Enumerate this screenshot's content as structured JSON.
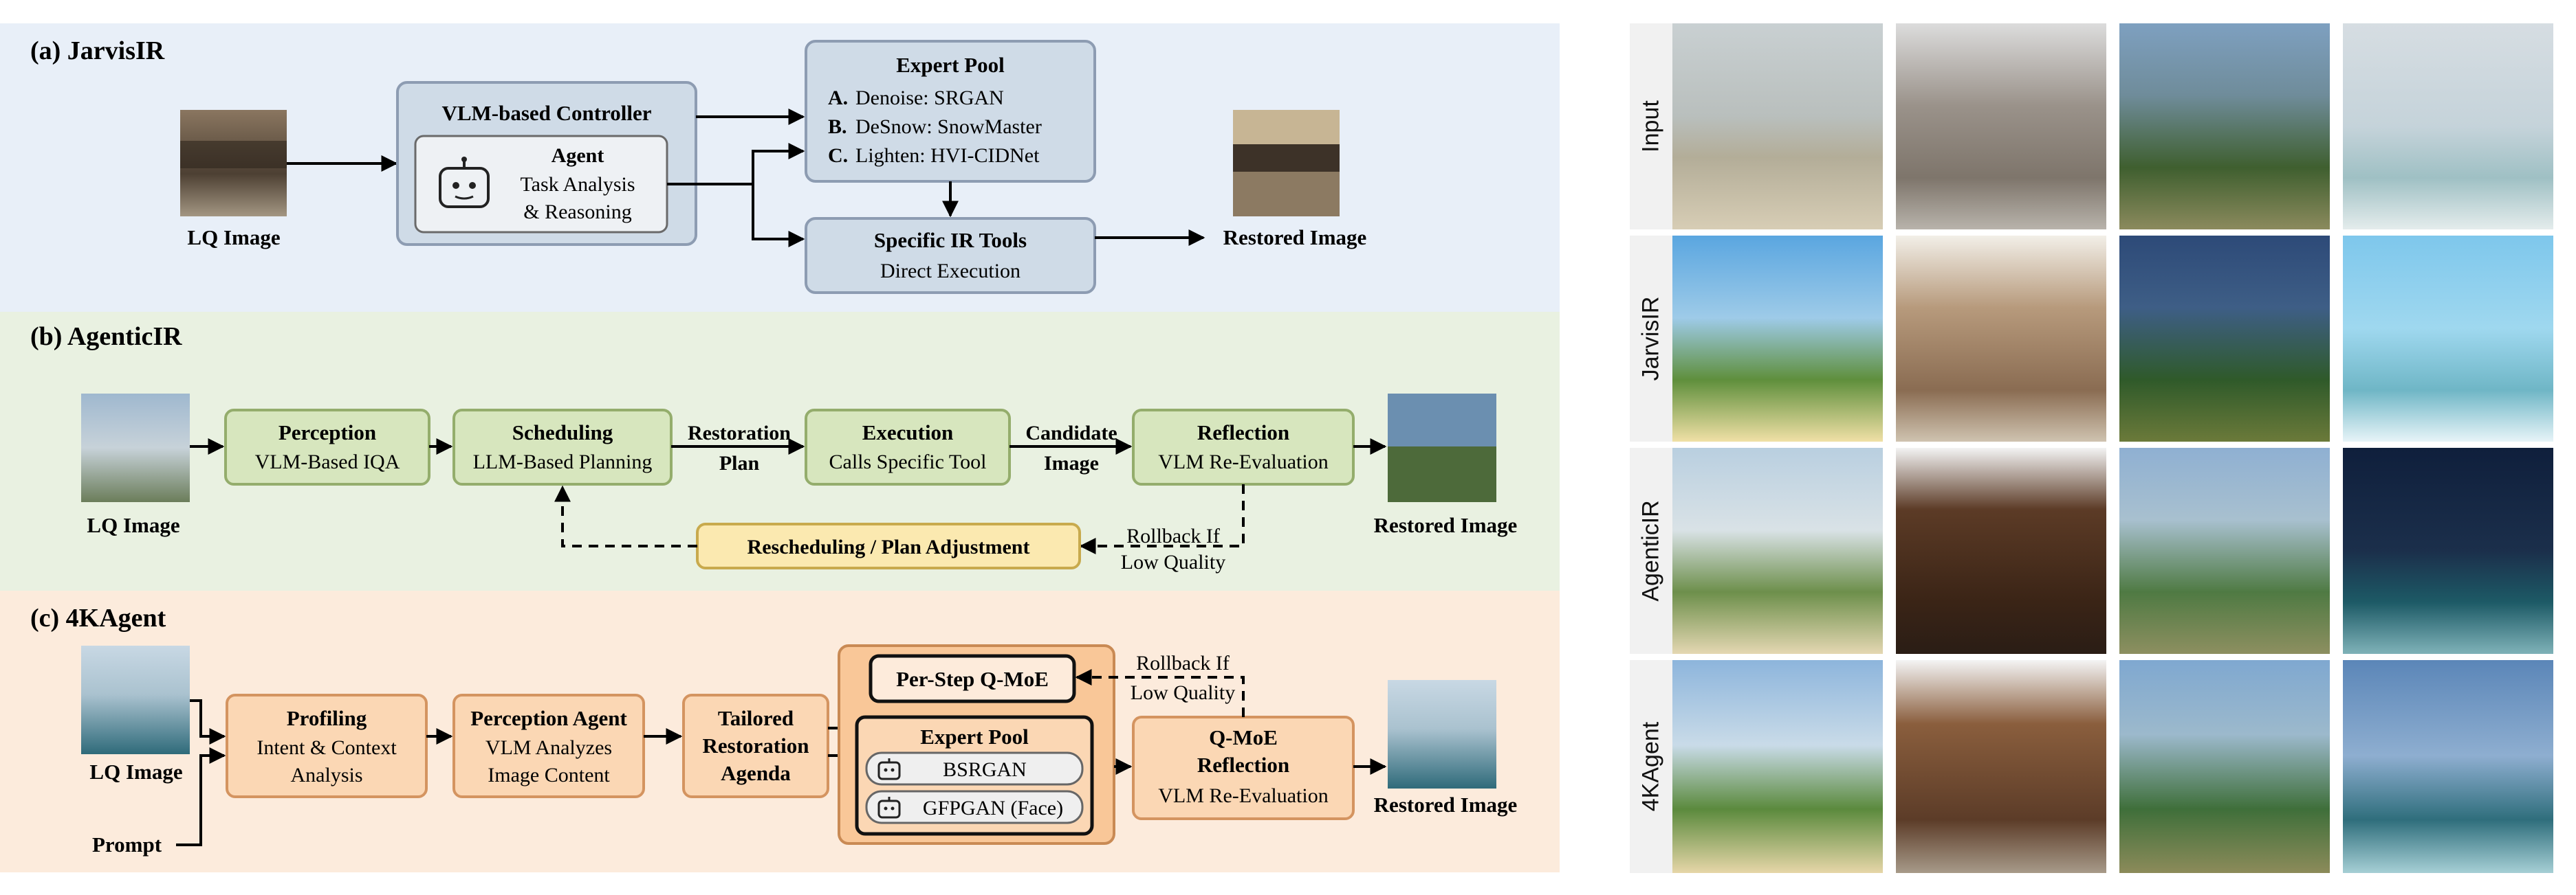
{
  "panel_a": {
    "title": "(a) JarvisIR",
    "lq_label": "LQ Image",
    "controller_title": "VLM-based Controller",
    "agent_title": "Agent",
    "agent_line1": "Task Analysis",
    "agent_line2": "& Reasoning",
    "expert_pool_title": "Expert Pool",
    "expert_a_prefix": "A.",
    "expert_a": "Denoise: SRGAN",
    "expert_b_prefix": "B.",
    "expert_b": "DeSnow: SnowMaster",
    "expert_c_prefix": "C.",
    "expert_c": "Lighten: HVI-CIDNet",
    "tools_title": "Specific IR Tools",
    "tools_sub": "Direct Execution",
    "restored_label": "Restored Image"
  },
  "panel_b": {
    "title": "(b) AgenticIR",
    "lq_label": "LQ Image",
    "perception_title": "Perception",
    "perception_sub": "VLM-Based IQA",
    "scheduling_title": "Scheduling",
    "scheduling_sub": "LLM-Based Planning",
    "restoration_plan_1": "Restoration",
    "restoration_plan_2": "Plan",
    "execution_title": "Execution",
    "execution_sub": "Calls Specific Tool",
    "candidate_1": "Candidate",
    "candidate_2": "Image",
    "reflection_title": "Reflection",
    "reflection_sub": "VLM Re-Evaluation",
    "restored_label": "Restored Image",
    "rescheduling": "Rescheduling / Plan Adjustment",
    "rollback_1": "Rollback If",
    "rollback_2": "Low Quality"
  },
  "panel_c": {
    "title": "(c) 4KAgent",
    "lq_label": "LQ Image",
    "prompt_label": "Prompt",
    "profiling_title": "Profiling",
    "profiling_sub1": "Intent & Context",
    "profiling_sub2": "Analysis",
    "perception_title": "Perception Agent",
    "perception_sub1": "VLM Analyzes",
    "perception_sub2": "Image Content",
    "agenda_1": "Tailored",
    "agenda_2": "Restoration",
    "agenda_3": "Agenda",
    "qmoe_step": "Per-Step Q-MoE",
    "expert_pool_title": "Expert Pool",
    "expert_1": "BSRGAN",
    "expert_2": "GFPGAN (Face)",
    "qmoe_reflection_1": "Q-MoE",
    "qmoe_reflection_2": "Reflection",
    "qmoe_reflection_sub": "VLM Re-Evaluation",
    "rollback_1": "Rollback If",
    "rollback_2": "Low Quality",
    "restored_label": "Restored Image"
  },
  "grid": {
    "row_labels": [
      "Input",
      "JarvisIR",
      "AgenticIR",
      "4KAgent"
    ]
  },
  "colors": {
    "panel_a_bg": "#e8eff8",
    "panel_b_bg": "#e9f1e1",
    "panel_c_bg": "#fcebdc",
    "box_a_fill": "#cfdbe7",
    "box_a_stroke": "#8d9cb2",
    "box_b_fill": "#d7e6be",
    "box_b_stroke": "#94ad6c",
    "box_b_yellow": "#fbe9b0",
    "box_b_yellow_stroke": "#c8aa4d",
    "box_c_fill": "#fbd7b4",
    "box_c_stroke": "#d49460"
  }
}
